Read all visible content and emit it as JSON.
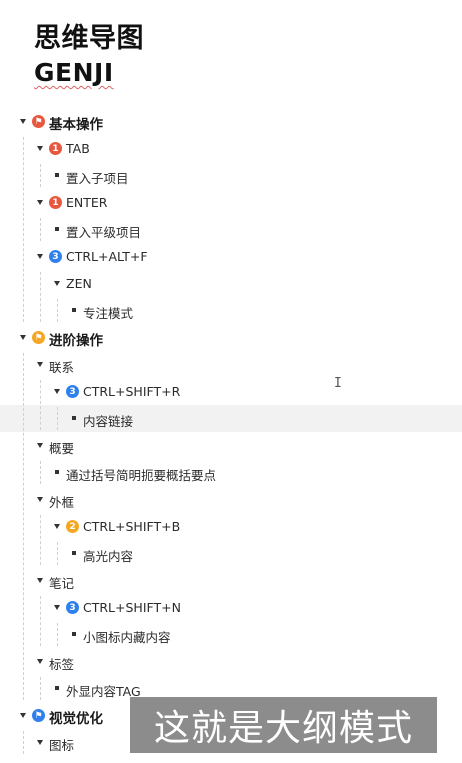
{
  "title": "思维导图",
  "subtitle": "GENJI",
  "caption": "这就是大纲模式",
  "colors": {
    "red": "#e8573f",
    "orange": "#f5a623",
    "blue": "#2f80ed"
  },
  "outline": [
    {
      "text": "基本操作",
      "level": 0,
      "bold": true,
      "icon": "flag-icon",
      "color": "red",
      "glyph": "⚑",
      "expand": true
    },
    {
      "text": "TAB",
      "level": 1,
      "icon": "priority-1-icon",
      "color": "red",
      "glyph": "1",
      "expand": true
    },
    {
      "text": "置入子项目",
      "level": 2,
      "expand": false
    },
    {
      "text": "ENTER",
      "level": 1,
      "icon": "priority-1-icon",
      "color": "red",
      "glyph": "1",
      "expand": true
    },
    {
      "text": "置入平级项目",
      "level": 2,
      "expand": false
    },
    {
      "text": "CTRL+ALT+F",
      "level": 1,
      "icon": "priority-3-icon",
      "color": "blue",
      "glyph": "3",
      "expand": true
    },
    {
      "text": "ZEN",
      "level": 2,
      "expand": true
    },
    {
      "text": "专注模式",
      "level": 3,
      "expand": false
    },
    {
      "text": "进阶操作",
      "level": 0,
      "bold": true,
      "icon": "flag-icon",
      "color": "orange",
      "glyph": "⚑",
      "expand": true
    },
    {
      "text": "联系",
      "level": 1,
      "expand": true
    },
    {
      "text": "CTRL+SHIFT+R",
      "level": 2,
      "icon": "priority-3-icon",
      "color": "blue",
      "glyph": "3",
      "expand": true
    },
    {
      "text": "内容链接",
      "level": 3,
      "expand": false,
      "highlight": true
    },
    {
      "text": "概要",
      "level": 1,
      "expand": true
    },
    {
      "text": "通过括号简明扼要概括要点",
      "level": 2,
      "expand": false
    },
    {
      "text": "外框",
      "level": 1,
      "expand": true
    },
    {
      "text": "CTRL+SHIFT+B",
      "level": 2,
      "icon": "priority-2-icon",
      "color": "orange",
      "glyph": "2",
      "expand": true
    },
    {
      "text": "高光内容",
      "level": 3,
      "expand": false
    },
    {
      "text": "笔记",
      "level": 1,
      "expand": true
    },
    {
      "text": "CTRL+SHIFT+N",
      "level": 2,
      "icon": "priority-3-icon",
      "color": "blue",
      "glyph": "3",
      "expand": true
    },
    {
      "text": "小图标内藏内容",
      "level": 3,
      "expand": false
    },
    {
      "text": "标签",
      "level": 1,
      "expand": true
    },
    {
      "text": "外显内容TAG",
      "level": 2,
      "expand": false
    },
    {
      "text": "视觉优化",
      "level": 0,
      "bold": true,
      "icon": "flag-icon",
      "color": "blue",
      "glyph": "⚑",
      "expand": true
    },
    {
      "text": "图标",
      "level": 1,
      "expand": true
    }
  ]
}
